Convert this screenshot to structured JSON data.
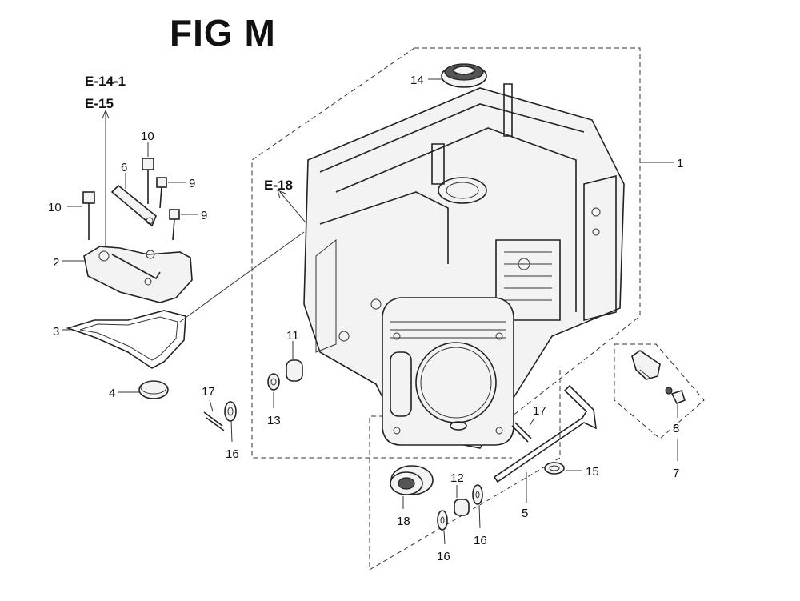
{
  "figure": {
    "title": "FIG M",
    "refs": {
      "e14_1": "E-14-1",
      "e15": "E-15",
      "e18": "E-18"
    }
  },
  "callouts": {
    "c1": "1",
    "c2": "2",
    "c3": "3",
    "c4": "4",
    "c5": "5",
    "c6": "6",
    "c7": "7",
    "c8": "8",
    "c9a": "9",
    "c9b": "9",
    "c10a": "10",
    "c10b": "10",
    "c11": "11",
    "c12": "12",
    "c13": "13",
    "c14": "14",
    "c15": "15",
    "c16a": "16",
    "c16b": "16",
    "c16c": "16",
    "c17a": "17",
    "c17b": "17",
    "c18": "18"
  }
}
